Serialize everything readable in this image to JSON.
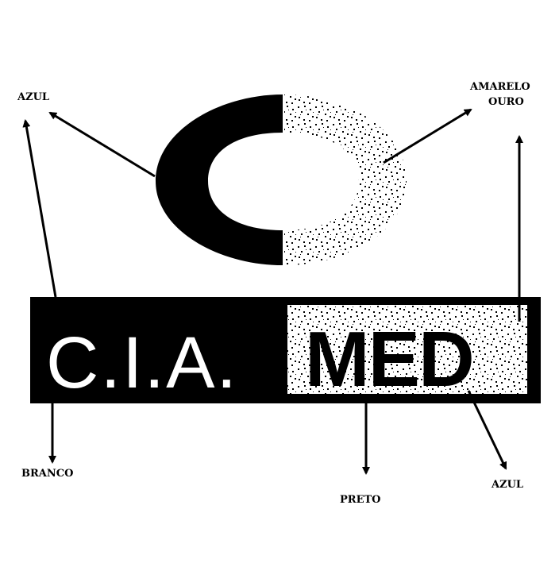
{
  "logo": {
    "text_left": "C.I.A.",
    "text_right": "MED"
  },
  "annotations": {
    "azul_top_left": "AZUL",
    "amarelo_line1": "AMARELO",
    "amarelo_line2": "OURO",
    "branco": "BRANCO",
    "preto": "PRETO",
    "azul_bottom_right": "AZUL"
  }
}
